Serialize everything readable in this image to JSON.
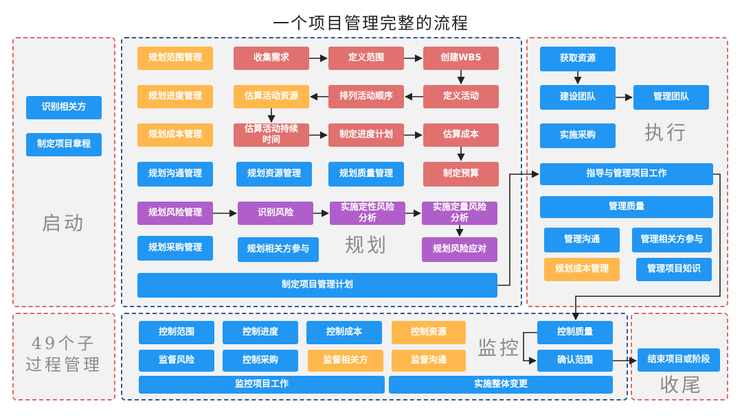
{
  "title": "一个项目管理完整的流程",
  "phases": {
    "start": "启动",
    "plan": "规划",
    "execute": "执行",
    "monitor": "监控",
    "close": "收尾",
    "total": "49个子\n过程管理"
  },
  "colors": {
    "blue": "#2196f3",
    "pink": "#e0716f",
    "orange": "#ffb84d",
    "purple": "#b05ec9",
    "red_dash": "#e06666",
    "blue_dash": "#2f5597"
  },
  "start": {
    "identify_stakeholders": "识别相关方",
    "develop_charter": "制定项目章程"
  },
  "plan": {
    "plan_scope": "规划范围管理",
    "collect_requirements": "收集需求",
    "define_scope": "定义范围",
    "create_wbs": "创建WBS",
    "plan_schedule": "规划进度管理",
    "estimate_resources": "估算活动资源",
    "sequence_activities": "排列活动顺序",
    "define_activities": "定义活动",
    "plan_cost": "规划成本管理",
    "estimate_durations": "估算活动持续时间",
    "develop_schedule": "制定进度计划",
    "estimate_costs": "估算成本",
    "plan_communications": "规划沟通管理",
    "plan_resources": "规划资源管理",
    "plan_quality": "规划质量管理",
    "determine_budget": "制定预算",
    "plan_risk": "规划风险管理",
    "identify_risks": "识别风险",
    "qualitative_risk": "实施定性风险分析",
    "quantitative_risk": "实施定量风险分析",
    "plan_procurement": "规划采购管理",
    "plan_stakeholder": "规划相关方参与",
    "plan_risk_responses": "规划风险应对",
    "develop_pm_plan": "制定项目管理计划"
  },
  "execute": {
    "acquire_resources": "获取资源",
    "develop_team": "建设团队",
    "manage_team": "管理团队",
    "conduct_procurements": "实施采购",
    "direct_manage_work": "指导与管理项目工作",
    "manage_quality": "管理质量",
    "manage_communications": "管理沟通",
    "manage_stakeholder": "管理相关方参与",
    "plan_cost_mgmt": "规划成本管理",
    "manage_knowledge": "管理项目知识"
  },
  "monitor": {
    "control_scope": "控制范围",
    "control_schedule": "控制进度",
    "control_costs": "控制成本",
    "control_resources": "控制资源",
    "control_quality": "控制质量",
    "monitor_risks": "监督风险",
    "control_procurements": "控制采购",
    "monitor_stakeholder": "监督相关方",
    "monitor_communications": "监督沟通",
    "validate_scope": "确认范围",
    "monitor_work": "监控项目工作",
    "integrated_change": "实施整体变更"
  },
  "close": {
    "close_project": "结束项目或阶段"
  }
}
